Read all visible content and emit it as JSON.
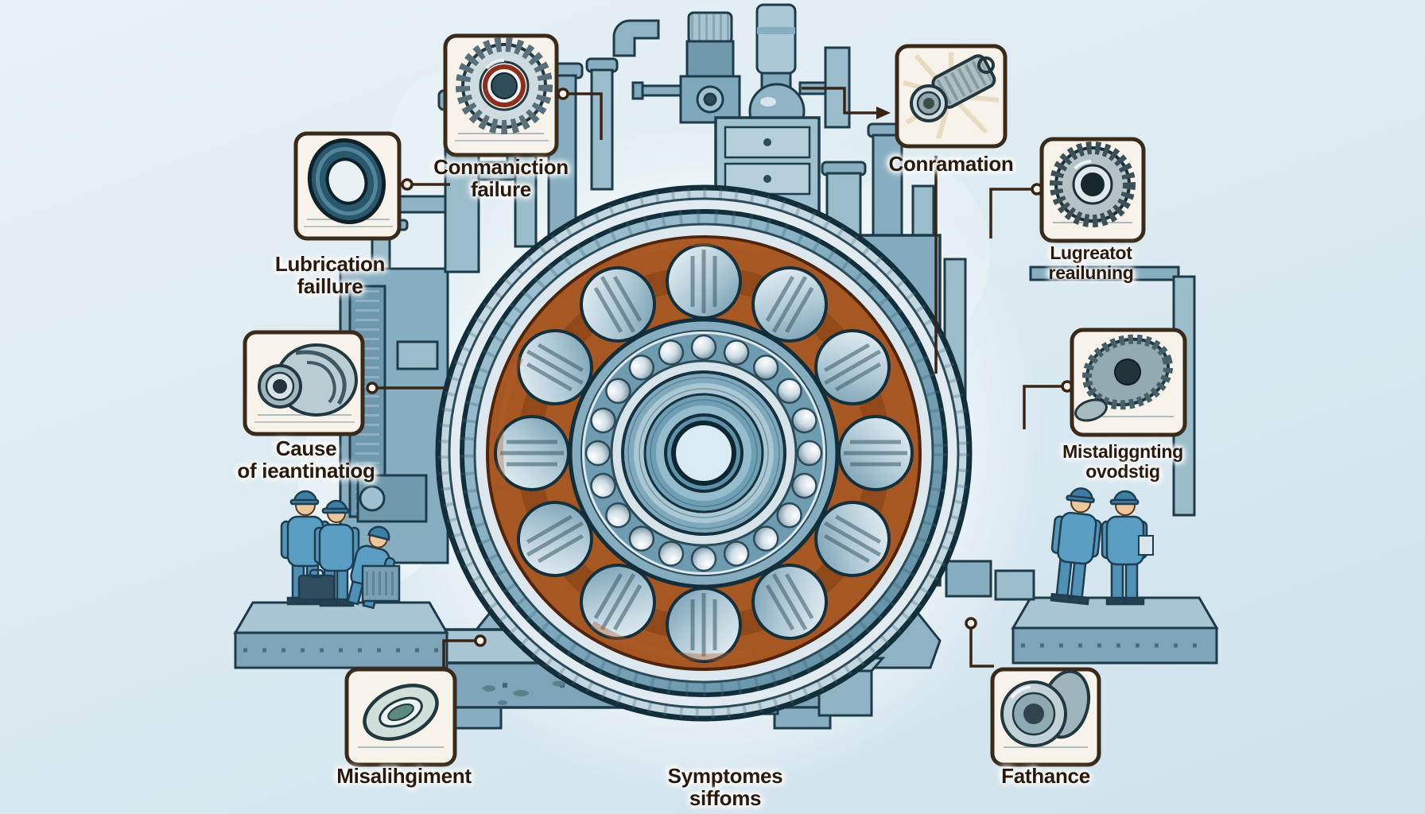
{
  "figure": {
    "kind": "bearing-failure-infographic-illustration",
    "background_color": "#dcebf1",
    "palette": {
      "steel_blue": "#86adc0",
      "steel_light": "#d9e6ec",
      "dark_outline": "#1d3b49",
      "copper_accent": "#a85a24",
      "label_text": "#2b1a0c",
      "callout_border": "#3a2a1a",
      "worker_blue": "#5b9ec3"
    }
  },
  "callouts": [
    {
      "id": "top-left",
      "label": "Conmaniction\nfailure",
      "icon": "ribbed-bearing-icon"
    },
    {
      "id": "left-upper",
      "label": "Lubrication\nfaillure",
      "icon": "ring-bearing-icon"
    },
    {
      "id": "left-middle",
      "label": "Cause\nof ieantinatiog",
      "icon": "worm-gear-bearing-icon"
    },
    {
      "id": "bottom-left",
      "label": "Misalihgiment",
      "icon": "tilted-ring-bearing-icon"
    },
    {
      "id": "top-right",
      "label": "Conramation",
      "icon": "shaft-coupling-icon"
    },
    {
      "id": "right-upper",
      "label": "Lugreatot\nreailuning",
      "icon": "ribbed-gear-icon"
    },
    {
      "id": "right-middle",
      "label": "Mistaliggnting\novodstig",
      "icon": "barrel-roller-icon"
    },
    {
      "id": "bottom-right",
      "label": "Fathance",
      "icon": "cone-bearing-icon"
    }
  ],
  "caption": {
    "text": "Symptomes siffoms"
  }
}
